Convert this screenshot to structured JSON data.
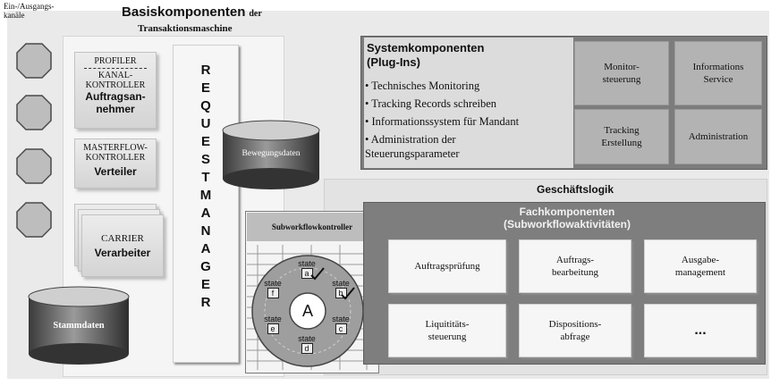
{
  "channels_label": "Ein-/Ausgangs-\nkanäle",
  "base": {
    "title": "Basiskomponenten",
    "title_suffix": "der",
    "title_line2": "Transaktionsmaschine"
  },
  "profiler": {
    "label": "PROFILER",
    "kanal": "KANAL-\nKONTROLLER",
    "role": "Auftragsan-\nnehmer"
  },
  "masterflow": {
    "label": "MASTERFLOW-\nKONTROLLER",
    "role": "Verteiler"
  },
  "carrier": {
    "label": "CARRIER",
    "role": "Verarbeiter"
  },
  "stammdaten": "Stammdaten",
  "requestmanager": "REQUESTMANAGER",
  "bewegungsdaten": "Bewegungsdaten",
  "system": {
    "title": "Systemkomponenten\n(Plug-Ins)",
    "bullets": [
      "• Technisches Monitoring",
      "• Tracking Records schreiben",
      "• Informationssystem für Mandant",
      "• Administration der\n   Steuerungsparameter"
    ],
    "buttons": [
      "Monitor-\nsteuerung",
      "Informations\nService",
      "Tracking\nErstellung",
      "Administration"
    ]
  },
  "geschaeftslogik": "Geschäftslogik",
  "subworkflow_label": "Subworkflowkontroller",
  "wheel": {
    "center": "A",
    "states": [
      {
        "word": "state",
        "letter": "a"
      },
      {
        "word": "state",
        "letter": "b"
      },
      {
        "word": "state",
        "letter": "c"
      },
      {
        "word": "state",
        "letter": "d"
      },
      {
        "word": "state",
        "letter": "e"
      },
      {
        "word": "state",
        "letter": "f"
      }
    ]
  },
  "fach": {
    "title": "Fachkomponenten\n(Subworkflowaktivitäten)",
    "items": [
      "Auftragsprüfung",
      "Auftrags-\nbearbeitung",
      "Ausgabe-\nmanagement",
      "Liquititäts-\nsteuerung",
      "Dispositions-\nabfrage",
      "..."
    ]
  }
}
